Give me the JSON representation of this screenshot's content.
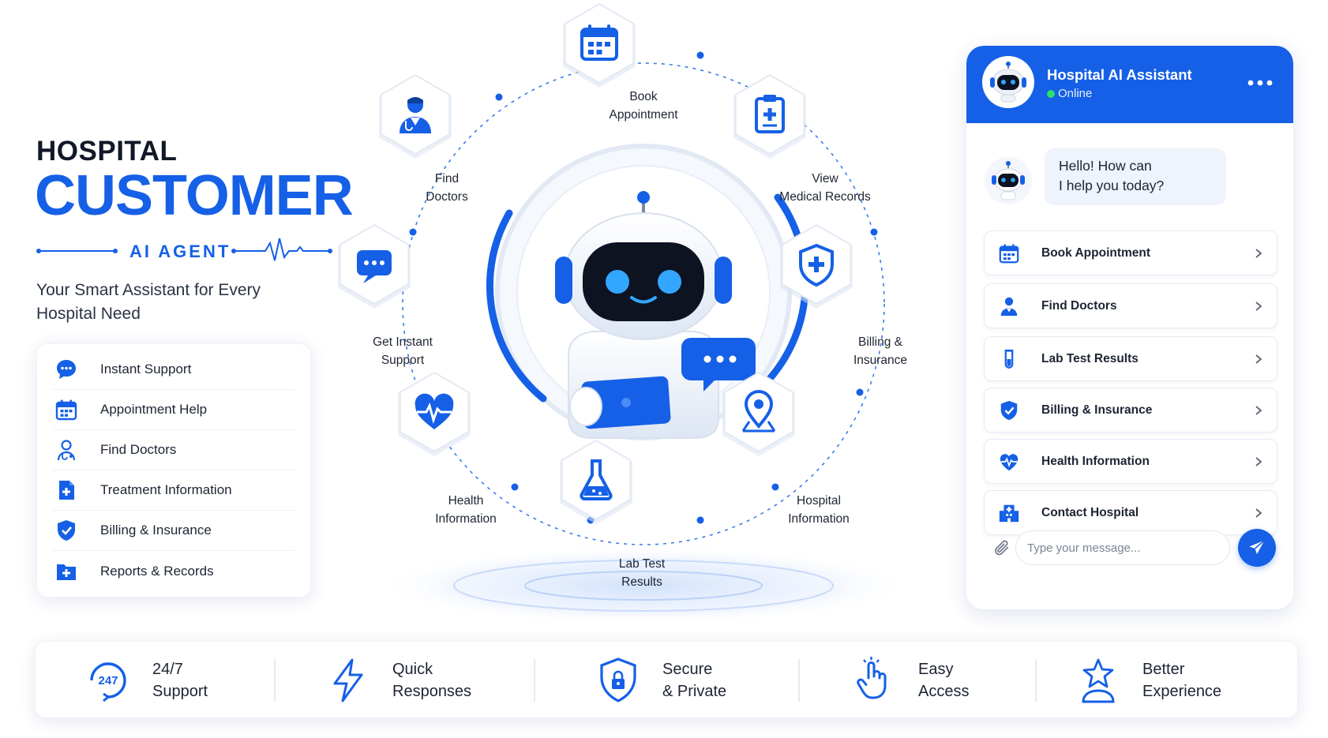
{
  "brand": {
    "line1": "HOSPITAL",
    "line2": "CUSTOMER",
    "sub": "AI AGENT",
    "tagline": "Your Smart Assistant for Every Hospital Need"
  },
  "left_list": [
    {
      "label": "Instant Support",
      "icon": "chat-bubble-icon"
    },
    {
      "label": "Appointment Help",
      "icon": "calendar-icon"
    },
    {
      "label": "Find Doctors",
      "icon": "doctor-icon"
    },
    {
      "label": "Treatment Information",
      "icon": "medical-file-icon"
    },
    {
      "label": "Billing & Insurance",
      "icon": "shield-check-icon"
    },
    {
      "label": "Reports & Records",
      "icon": "folder-plus-icon"
    }
  ],
  "hub": {
    "features": [
      {
        "line1": "Book",
        "line2": "Appointment",
        "icon": "calendar-icon"
      },
      {
        "line1": "View",
        "line2": "Medical Records",
        "icon": "clipboard-icon"
      },
      {
        "line1": "Billing &",
        "line2": "Insurance",
        "icon": "shield-plus-icon"
      },
      {
        "line1": "Hospital",
        "line2": "Information",
        "icon": "location-pin-icon"
      },
      {
        "line1": "Lab Test",
        "line2": "Results",
        "icon": "flask-icon"
      },
      {
        "line1": "Health",
        "line2": "Information",
        "icon": "heart-pulse-icon"
      },
      {
        "line1": "Get Instant",
        "line2": "Support",
        "icon": "chat-bubble-icon"
      },
      {
        "line1": "Find",
        "line2": "Doctors",
        "icon": "doctor-icon"
      }
    ]
  },
  "chat": {
    "title": "Hospital AI Assistant",
    "status": "Online",
    "greeting_line1": "Hello! How can",
    "greeting_line2": "I help you today?",
    "options": [
      {
        "label": "Book Appointment",
        "icon": "calendar-icon"
      },
      {
        "label": "Find Doctors",
        "icon": "doctor-icon"
      },
      {
        "label": "Lab Test Results",
        "icon": "test-tube-icon"
      },
      {
        "label": "Billing & Insurance",
        "icon": "shield-check-icon"
      },
      {
        "label": "Health Information",
        "icon": "heart-pulse-icon"
      },
      {
        "label": "Contact Hospital",
        "icon": "hospital-building-icon"
      }
    ],
    "input_placeholder": "Type your message..."
  },
  "bottom_features": [
    {
      "line1": "24/7",
      "line2": "Support",
      "icon": "clock-247-icon",
      "icon_text": "247"
    },
    {
      "line1": "Quick",
      "line2": "Responses",
      "icon": "lightning-icon"
    },
    {
      "line1": "Secure",
      "line2": "& Private",
      "icon": "shield-lock-icon"
    },
    {
      "line1": "Easy",
      "line2": "Access",
      "icon": "hand-tap-icon"
    },
    {
      "line1": "Better",
      "line2": "Experience",
      "icon": "user-star-icon"
    }
  ],
  "colors": {
    "primary": "#1560e6",
    "text": "#1d2433",
    "online": "#2ee06a"
  }
}
